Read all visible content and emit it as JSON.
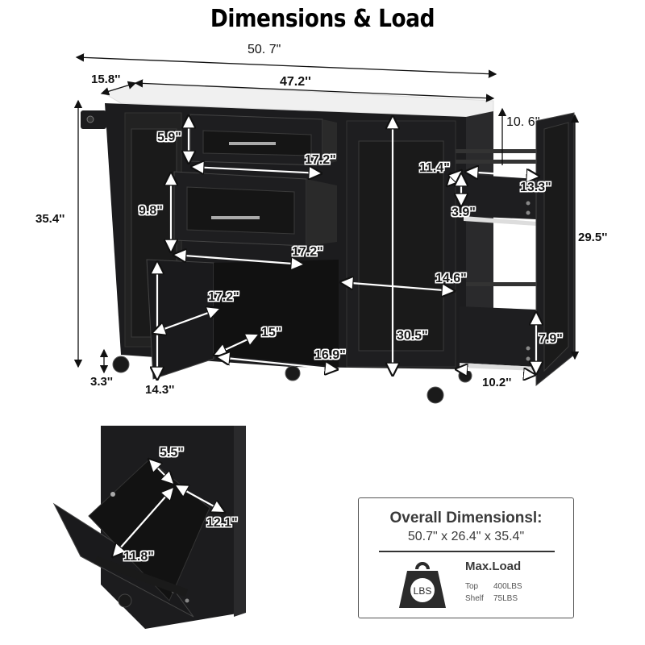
{
  "title": "Dimensions & Load",
  "main_view": {
    "overall_width": "50. 7\"",
    "top_depth": "15.8''",
    "top_width": "47.2''",
    "total_height": "35.4''",
    "drawer_top_height": "5.9\"",
    "drawer_top_width": "17.2\"",
    "drawer_bottom_height": "9.8\"",
    "drawer_bottom_width": "17.2\"",
    "cabinet_depth": "17.2\"",
    "cabinet_inner_depth": "15\"",
    "cabinet_width": "16.9\"",
    "door_height": "14.3''",
    "caster_height": "3.3''",
    "right_cabinet_width": "14.6\"",
    "right_cabinet_height": "30.5\"",
    "rack_top_gap": "10. 6''",
    "rack_depth": "11.4\"",
    "rack_width": "13.3\"",
    "rack_shelf_height": "3.9\"",
    "side_height": "29.5''",
    "pullout_height": "7.9\"",
    "pullout_width": "10.2''"
  },
  "inset_view": {
    "bin_depth": "5.5\"",
    "bin_width": "12.1\"",
    "bin_height": "11.8\""
  },
  "info_box": {
    "title": "Overall Dimensionsl:",
    "dimensions": "50.7\" x 26.4\" x 35.4\"",
    "weight_icon_label": "LBS",
    "max_load_title": "Max.Load",
    "loads": [
      {
        "label": "Top",
        "value": "400LBS"
      },
      {
        "label": "Shelf",
        "value": "75LBS"
      }
    ]
  },
  "colors": {
    "cabinet": "#1c1c1e",
    "countertop": "#f2f2f2",
    "text": "#111111",
    "info_text": "#3a3a3a"
  }
}
